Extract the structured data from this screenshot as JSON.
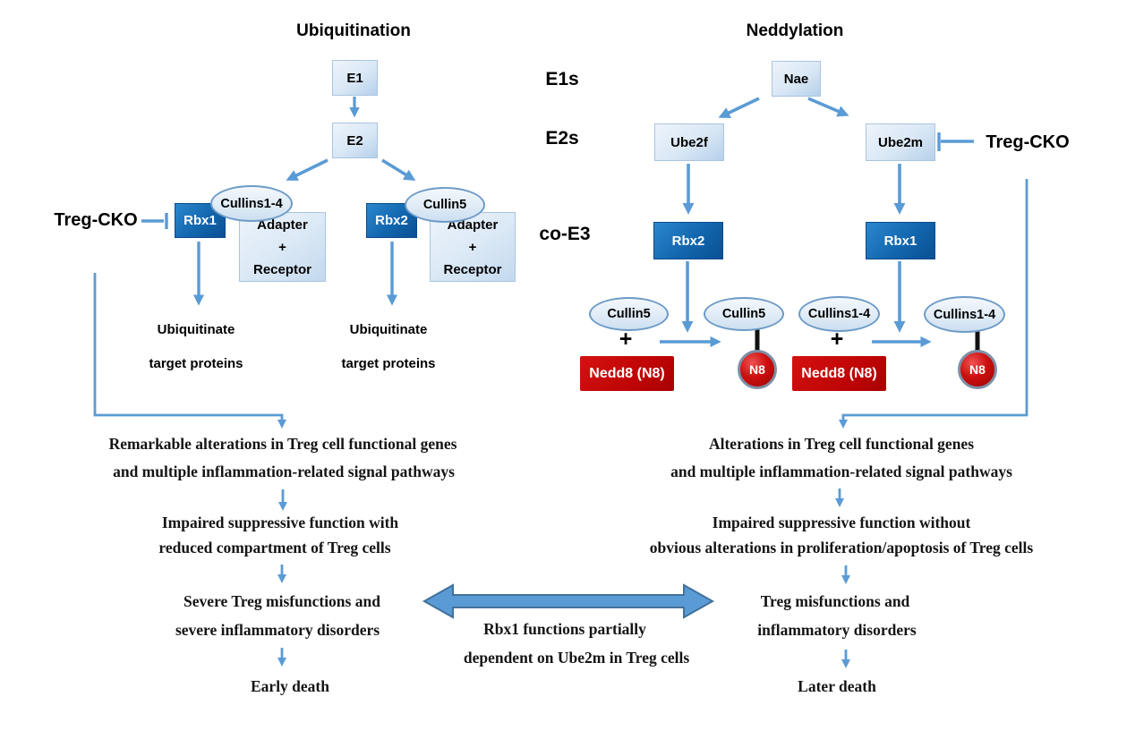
{
  "titles": {
    "ubiquitination": "Ubiquitination",
    "neddylation": "Neddylation"
  },
  "row_labels": {
    "e1s": "E1s",
    "e2s": "E2s",
    "co_e3": "co-E3"
  },
  "ubiquitination": {
    "e1": "E1",
    "e2": "E2",
    "treg_cko": "Treg-CKO",
    "branch1": {
      "rbx": "Rbx1",
      "cullin": "Cullins1-4",
      "adapter": "Adapter",
      "plus": "+",
      "receptor": "Receptor",
      "outcome1": "Ubiquitinate",
      "outcome2": "target proteins"
    },
    "branch2": {
      "rbx": "Rbx2",
      "cullin": "Cullin5",
      "adapter": "Adapter",
      "plus": "+",
      "receptor": "Receptor",
      "outcome1": "Ubiquitinate",
      "outcome2": "target proteins"
    }
  },
  "neddylation": {
    "nae": "Nae",
    "ube2f": "Ube2f",
    "ube2m": "Ube2m",
    "treg_cko": "Treg-CKO",
    "branch1": {
      "rbx": "Rbx2",
      "cullin_free": "Cullin5",
      "plus": "+",
      "nedd8": "Nedd8 (N8)",
      "cullin_conjugated": "Cullin5",
      "n8": "N8"
    },
    "branch2": {
      "rbx": "Rbx1",
      "cullin_free": "Cullins1-4",
      "plus": "+",
      "nedd8": "Nedd8 (N8)",
      "cullin_conjugated": "Cullins1-4",
      "n8": "N8"
    }
  },
  "left_cascade": {
    "alterations_line1": "Remarkable alterations in Treg cell functional genes",
    "alterations_line2": "and multiple inflammation-related signal pathways",
    "function_line1": "Impaired suppressive function with",
    "function_line2": "reduced compartment of Treg cells",
    "misfunction_line1": "Severe Treg misfunctions and",
    "misfunction_line2": "severe inflammatory disorders",
    "death": "Early death"
  },
  "right_cascade": {
    "alterations_line1": "Alterations in Treg cell functional genes",
    "alterations_line2": "and multiple inflammation-related signal pathways",
    "function_line1": "Impaired suppressive function without",
    "function_line2": "obvious alterations in proliferation/apoptosis of Treg cells",
    "misfunction_line1": "Treg misfunctions and",
    "misfunction_line2": "inflammatory disorders",
    "death": "Later death"
  },
  "center_note": {
    "line1": "Rbx1 functions partially",
    "line2": "dependent on Ube2m in Treg cells"
  },
  "colors": {
    "arrow_blue": "#5B9BD5",
    "arrow_border": "#41719C",
    "dark_box_blue": "#0A4F94",
    "red": "#C00000"
  }
}
